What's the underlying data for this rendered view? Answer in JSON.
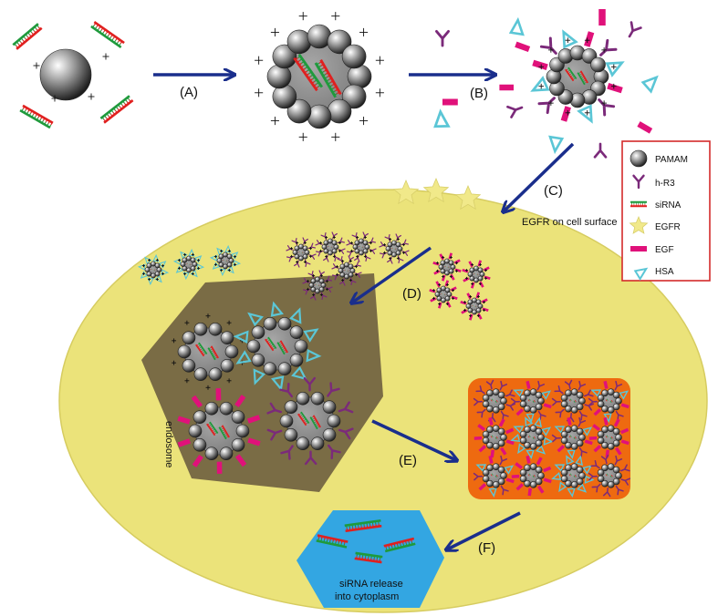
{
  "steps": {
    "a": "(A)",
    "b": "(B)",
    "c": "(C)",
    "d": "(D)",
    "e": "(E)",
    "f": "(F)"
  },
  "labels": {
    "egfr_surface": "EGFR on cell surface",
    "endosome": "endosome",
    "release_line1": "siRNA release",
    "release_line2": "into cytoplasm"
  },
  "legend": {
    "items": [
      {
        "label": "PAMAM",
        "icon": "pamam-sphere-icon"
      },
      {
        "label": "h-R3",
        "icon": "antibody-icon"
      },
      {
        "label": "siRNA",
        "icon": "sirna-icon"
      },
      {
        "label": "EGFR",
        "icon": "star-icon"
      },
      {
        "label": "EGF",
        "icon": "bar-icon"
      },
      {
        "label": "HSA",
        "icon": "hsa-wedge-icon"
      }
    ]
  },
  "colors": {
    "cell": "#ebe37a",
    "endosome": "#7a6c45",
    "vesicle": "#ee6a10",
    "cytoplasm": "#33a6e2",
    "arrow": "#1a2e8c",
    "egf": "#e0117a",
    "hr3": "#7b2a7a",
    "hsa": "#5bc6d6",
    "sirna_green": "#1f9a3c",
    "sirna_red": "#e0201f",
    "legend_border": "#d42a2a"
  }
}
